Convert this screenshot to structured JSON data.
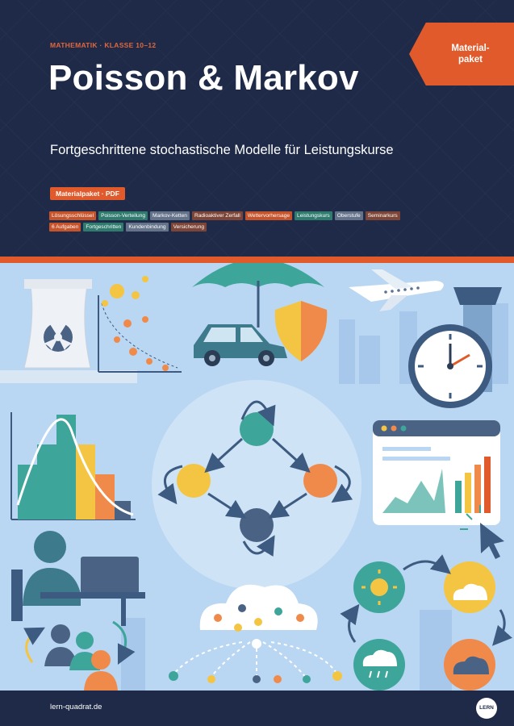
{
  "header": {
    "kicker": "MATHEMATIK · KLASSE 10–12",
    "title": "Poisson & Markov",
    "subtitle": "Fortgeschrittene stochastische Modelle für Leistungskurse",
    "ribbon_line1": "Material-",
    "ribbon_line2": "paket",
    "format_badge": "Materialpaket · PDF"
  },
  "tags": [
    {
      "label": "Lösungsschlüssel",
      "color": "#c7532a"
    },
    {
      "label": "Poisson-Verteilung",
      "color": "#2f7b6e"
    },
    {
      "label": "Markov-Ketten",
      "color": "#65738a"
    },
    {
      "label": "Radioaktiver Zerfall",
      "color": "#7d4538"
    },
    {
      "label": "Wettervorhersage",
      "color": "#c7532a"
    },
    {
      "label": "Leistungskurs",
      "color": "#2f7b6e"
    },
    {
      "label": "Oberstufe",
      "color": "#65738a"
    },
    {
      "label": "Seminarkurs",
      "color": "#7d4538"
    },
    {
      "label": "6 Aufgaben",
      "color": "#c7532a"
    },
    {
      "label": "Fortgeschritten",
      "color": "#2f7b6e"
    },
    {
      "label": "Kundenbindung",
      "color": "#65738a"
    },
    {
      "label": "Versicherung",
      "color": "#7d4538"
    }
  ],
  "illustration": {
    "icons": [
      "nuclear-plant-icon",
      "decay-scatter-icon",
      "umbrella-icon",
      "car-icon",
      "shield-icon",
      "airplane-icon",
      "control-tower-icon",
      "clock-icon",
      "histogram-icon",
      "markov-graph-icon",
      "dashboard-chart-icon",
      "cursor-icon",
      "person-laptop-icon",
      "people-cycle-icon",
      "cloud-data-icon",
      "weather-cycle-icon"
    ]
  },
  "footer": {
    "url": "lern-quadrat.de",
    "logo_text": "LERN"
  }
}
